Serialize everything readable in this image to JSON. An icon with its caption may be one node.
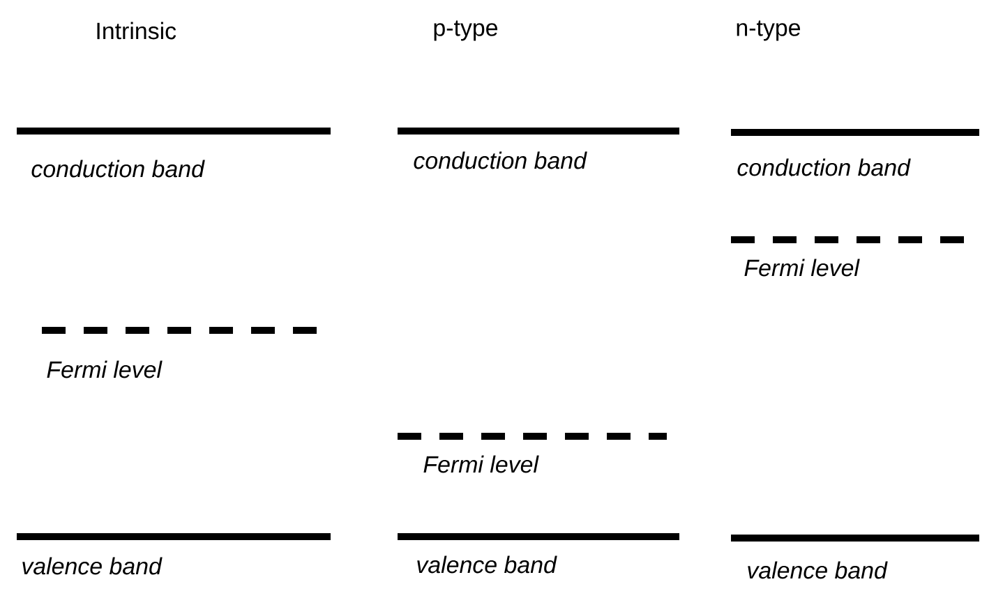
{
  "diagram": {
    "labels": [
      "Intrinsic",
      "p-type",
      "n-type",
      "conduction band",
      "conduction band",
      "conduction band",
      "Fermi level",
      "Fermi level",
      "Fermi level",
      "valence band",
      "valence band",
      "valence band"
    ]
  }
}
